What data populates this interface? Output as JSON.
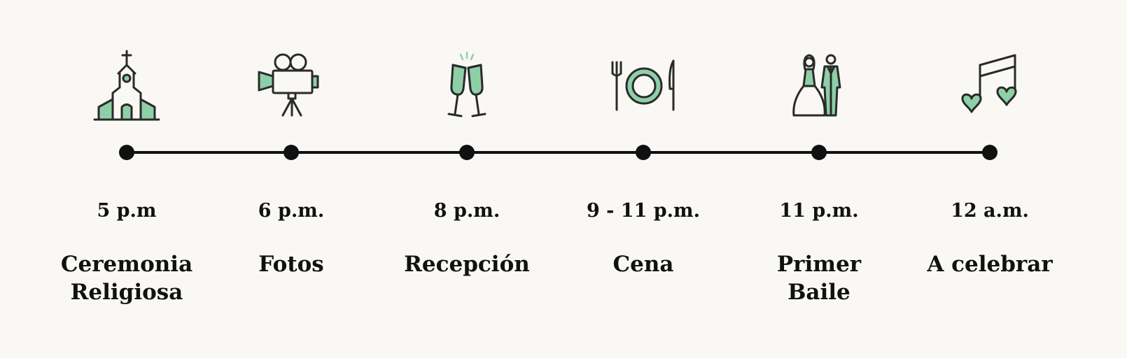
{
  "colors": {
    "background": "#f9f8f5",
    "ink": "#111111",
    "accent": "#8fcfa7"
  },
  "events": [
    {
      "icon": "church-icon",
      "time": "5 p.m",
      "label_lines": [
        "Ceremonia",
        "Religiosa"
      ]
    },
    {
      "icon": "film-camera-icon",
      "time": "6 p.m.",
      "label_lines": [
        "Fotos"
      ]
    },
    {
      "icon": "champagne-toast-icon",
      "time": "8 p.m.",
      "label_lines": [
        "Recepción"
      ]
    },
    {
      "icon": "dinner-plate-icon",
      "time": "9 - 11 p.m.",
      "label_lines": [
        "Cena"
      ]
    },
    {
      "icon": "bride-and-groom-icon",
      "time": "11 p.m.",
      "label_lines": [
        "Primer",
        "Baile"
      ]
    },
    {
      "icon": "music-note-icon",
      "time": "12 a.m.",
      "label_lines": [
        "A celebrar"
      ]
    }
  ]
}
